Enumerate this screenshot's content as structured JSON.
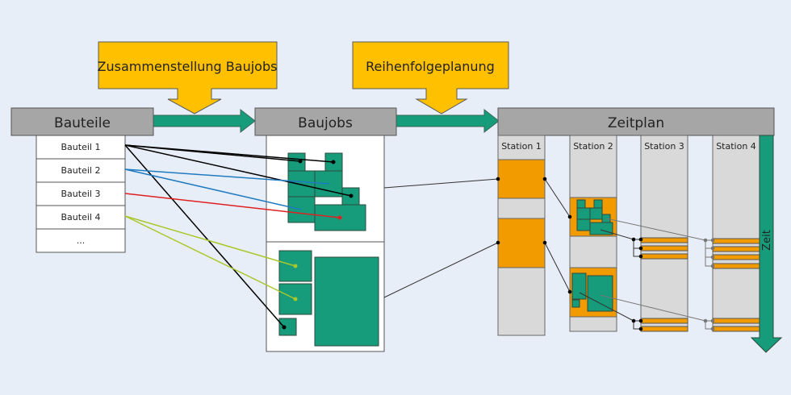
{
  "process_steps": {
    "step1": "Zusammenstellung Baujobs",
    "step2": "Reihenfolgeplanung"
  },
  "headers": {
    "bauteile": "Bauteile",
    "baujobs": "Baujobs",
    "zeitplan": "Zeitplan"
  },
  "bauteile_list": [
    "Bauteil 1",
    "Bauteil 2",
    "Bauteil 3",
    "Bauteil 4",
    "..."
  ],
  "stations": [
    "Station 1",
    "Station 2",
    "Station 3",
    "Station 4"
  ],
  "time_axis_label": "Zeit",
  "colors": {
    "background": "#e8eef7",
    "process_box": "#ffc000",
    "header_gray": "#a6a6a6",
    "station_gray": "#d9d9d9",
    "green": "#169b7b",
    "orange": "#f29b00",
    "bauteil1_line": "#000000",
    "bauteil2_line": "#1f7bc1",
    "bauteil3_line": "#e02020",
    "bauteil4_line": "#a8c82a"
  }
}
